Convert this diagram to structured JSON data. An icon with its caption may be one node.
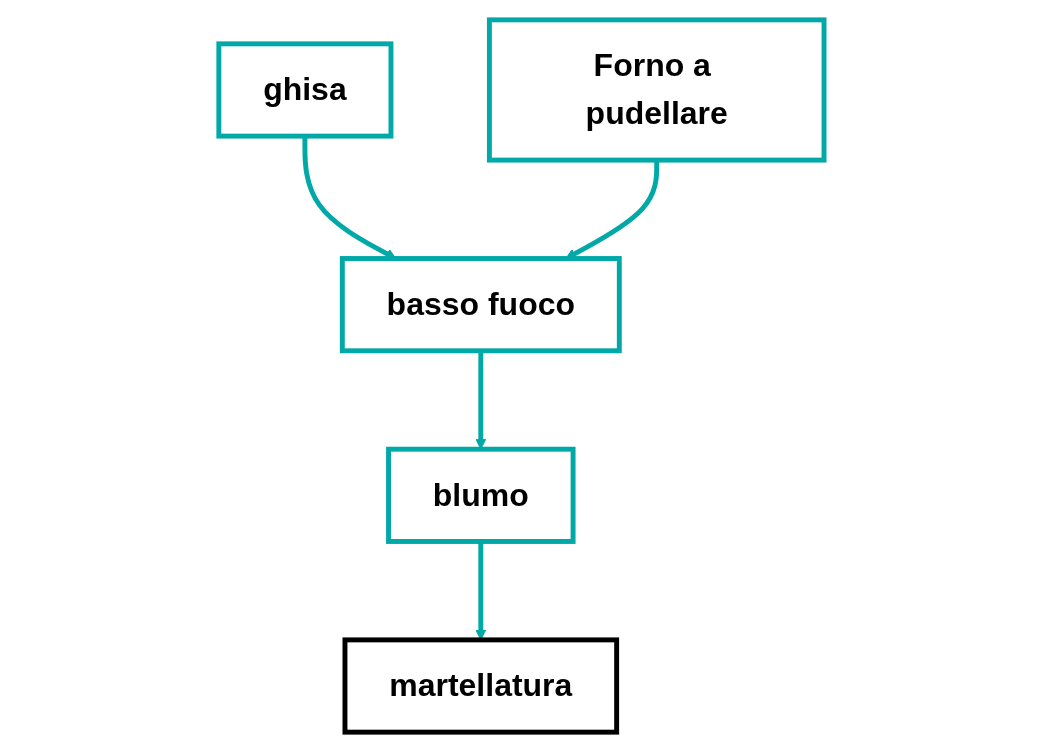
{
  "diagram": {
    "nodes": [
      {
        "text": [
          "ghisa"
        ]
      },
      {
        "text": [
          "basso fuoco"
        ]
      },
      {
        "text": [
          "Forno a pudellare"
        ]
      },
      {
        "text": [
          "blumo"
        ]
      },
      {
        "text": [
          "martellatura"
        ]
      }
    ],
    "edges": [
      {
        "from": 0,
        "to": 1,
        "arrow": "to"
      },
      {
        "from": 2,
        "to": 1,
        "arrow": "to"
      },
      {
        "from": 1,
        "to": 3,
        "arrow": "to"
      },
      {
        "from": 3,
        "to": 4,
        "arrow": "to"
      }
    ]
  }
}
